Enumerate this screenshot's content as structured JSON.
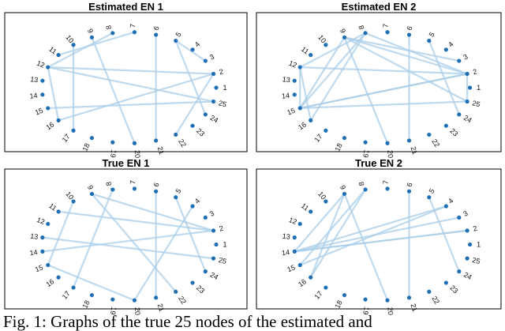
{
  "figure": {
    "caption_fragment": "Fig. 1: Graphs of the true 25 nodes of the estimated and"
  },
  "node_labels": [
    "1",
    "2",
    "3",
    "4",
    "5",
    "6",
    "7",
    "8",
    "9",
    "10",
    "11",
    "12",
    "13",
    "14",
    "15",
    "16",
    "17",
    "18",
    "19",
    "20",
    "21",
    "22",
    "23",
    "24",
    "25"
  ],
  "colors": {
    "node": "#1f6fb4",
    "edge": "#a9cde8",
    "frame": "#000000"
  },
  "panels": [
    {
      "title": "Estimated EN 1",
      "edges": [
        [
          2,
          12
        ],
        [
          2,
          16
        ],
        [
          2,
          22
        ],
        [
          3,
          5
        ],
        [
          5,
          24
        ],
        [
          6,
          21
        ],
        [
          7,
          11
        ],
        [
          8,
          12
        ],
        [
          9,
          20
        ],
        [
          10,
          17
        ],
        [
          12,
          16
        ],
        [
          12,
          25
        ],
        [
          15,
          25
        ]
      ]
    },
    {
      "title": "Estimated EN 2",
      "edges": [
        [
          2,
          9
        ],
        [
          2,
          8
        ],
        [
          2,
          15
        ],
        [
          2,
          12
        ],
        [
          3,
          9
        ],
        [
          5,
          24
        ],
        [
          6,
          21
        ],
        [
          8,
          12
        ],
        [
          8,
          15
        ],
        [
          8,
          16
        ],
        [
          9,
          15
        ],
        [
          9,
          25
        ],
        [
          12,
          16
        ],
        [
          15,
          25
        ],
        [
          15,
          2
        ],
        [
          2,
          25
        ],
        [
          9,
          20
        ],
        [
          12,
          15
        ]
      ]
    },
    {
      "title": "True EN 1",
      "edges": [
        [
          2,
          11
        ],
        [
          2,
          14
        ],
        [
          2,
          9
        ],
        [
          4,
          20
        ],
        [
          6,
          21
        ],
        [
          8,
          17
        ],
        [
          9,
          22
        ],
        [
          10,
          15
        ],
        [
          13,
          25
        ],
        [
          15,
          20
        ],
        [
          5,
          24
        ]
      ]
    },
    {
      "title": "True EN 2",
      "edges": [
        [
          2,
          14
        ],
        [
          3,
          14
        ],
        [
          4,
          14
        ],
        [
          5,
          24
        ],
        [
          6,
          21
        ],
        [
          8,
          15
        ],
        [
          8,
          16
        ],
        [
          9,
          20
        ],
        [
          14,
          9
        ],
        [
          14,
          2
        ],
        [
          15,
          4
        ],
        [
          16,
          9
        ]
      ]
    }
  ]
}
